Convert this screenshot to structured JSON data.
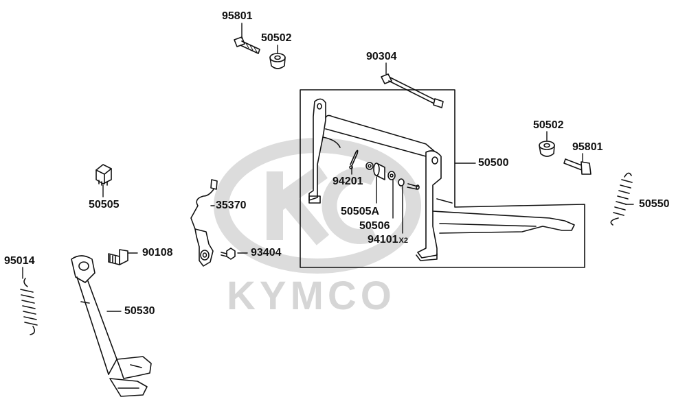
{
  "watermark": {
    "brand_text": "KYMCO",
    "color": "#d6d6d6"
  },
  "parts": [
    {
      "id": "p1",
      "number": "95801",
      "qty": ""
    },
    {
      "id": "p2",
      "number": "50502",
      "qty": ""
    },
    {
      "id": "p3",
      "number": "90304",
      "qty": ""
    },
    {
      "id": "p4",
      "number": "50502",
      "qty": ""
    },
    {
      "id": "p5",
      "number": "95801",
      "qty": ""
    },
    {
      "id": "p6",
      "number": "50500",
      "qty": ""
    },
    {
      "id": "p7",
      "number": "50505",
      "qty": ""
    },
    {
      "id": "p8",
      "number": "94201",
      "qty": ""
    },
    {
      "id": "p9",
      "number": "35370",
      "qty": ""
    },
    {
      "id": "p10",
      "number": "50550",
      "qty": ""
    },
    {
      "id": "p11",
      "number": "50505A",
      "qty": ""
    },
    {
      "id": "p12",
      "number": "50506",
      "qty": ""
    },
    {
      "id": "p13",
      "number": "94101",
      "qty": "X2"
    },
    {
      "id": "p14",
      "number": "90108",
      "qty": ""
    },
    {
      "id": "p15",
      "number": "93404",
      "qty": ""
    },
    {
      "id": "p16",
      "number": "95014",
      "qty": ""
    },
    {
      "id": "p17",
      "number": "50530",
      "qty": ""
    }
  ]
}
